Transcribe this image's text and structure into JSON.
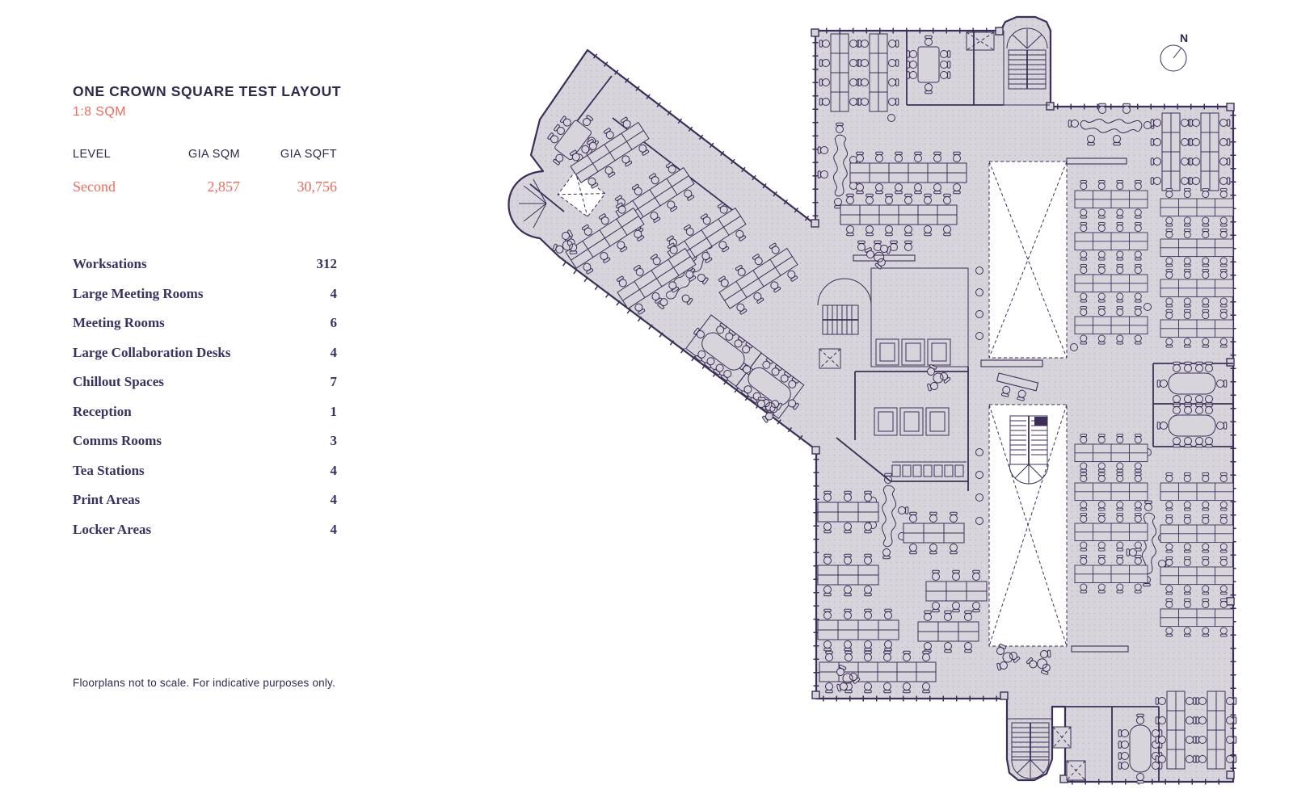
{
  "colors": {
    "accent": "#EE6A5C",
    "ink": "#2E2A4C",
    "serif-ink": "#3A3161",
    "plan-fill": "#D8D4DC",
    "plan-line": "#3C2F57",
    "plan-dot": "#BCB6C6",
    "bg": "#FFFFFF"
  },
  "panel": {
    "title": "ONE CROWN SQUARE TEST LAYOUT",
    "subtitle": "1:8 SQM",
    "table": {
      "col_level": "LEVEL",
      "col_sqm": "GIA SQM",
      "col_sqft": "GIA SQFT",
      "level": "Second",
      "gia_sqm": "2,857",
      "gia_sqft": "30,756"
    },
    "stats": [
      {
        "label": "Worksations",
        "value": "312"
      },
      {
        "label": "Large Meeting Rooms",
        "value": "4"
      },
      {
        "label": "Meeting Rooms",
        "value": "6"
      },
      {
        "label": "Large Collaboration Desks",
        "value": "4"
      },
      {
        "label": "Chillout Spaces",
        "value": "7"
      },
      {
        "label": "Reception",
        "value": "1"
      },
      {
        "label": "Comms Rooms",
        "value": "3"
      },
      {
        "label": "Tea Stations",
        "value": "4"
      },
      {
        "label": "Print Areas",
        "value": "4"
      },
      {
        "label": "Locker Areas",
        "value": "4"
      }
    ],
    "footnote": "Floorplans not to scale. For indicative purposes only."
  },
  "floorplan": {
    "compass_label": "N"
  }
}
